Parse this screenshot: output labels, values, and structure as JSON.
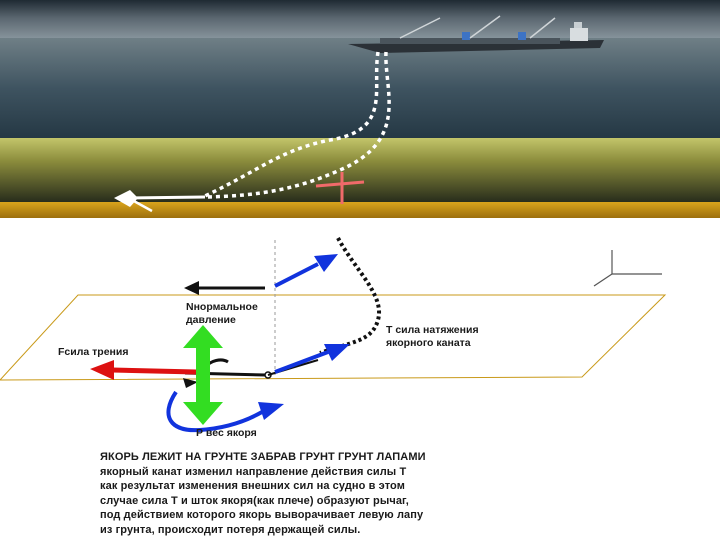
{
  "labels": {
    "normal_force": "Nнормальное\nдавление",
    "friction_force": "Fсила трения",
    "tension_force": "Т сила натяжения\nякорного каната",
    "weight_force": "Р вес якоря"
  },
  "caption": "ЯКОРЬ ЛЕЖИТ НА ГРУНТЕ  ЗАБРАВ ГРУНТ ГРУНТ ЛАПАМИ\nякорный канат изменил направление действия силы Т\nкак результат изменения внешних сил на судно в этом\nслучае сила Т и шток  якоря(как плече) образуют рычаг,\nпод действием которого якорь выворачивает левую лапу\nиз грунта, происходит потеря держащей силы.",
  "colors": {
    "normal": "#33dd22",
    "friction": "#dd1111",
    "tension": "#1133dd",
    "seabed": "#c99a1a"
  }
}
